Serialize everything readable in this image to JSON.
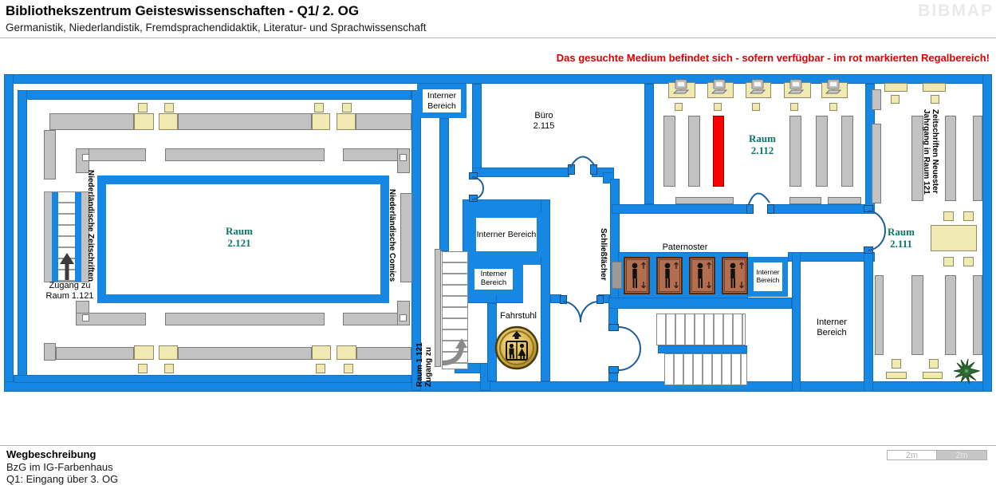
{
  "header": {
    "title": "Bibliothekszentrum Geisteswissenschaften - Q1/ 2. OG",
    "subtitle": "Germanistik, Niederlandistik, Fremdsprachendidaktik, Literatur- und Sprachwissenschaft",
    "watermark": "BIBMAP"
  },
  "notice": "Das gesuchte Medium befindet sich - sofern verfügbar -  im rot markierten Regalbereich!",
  "map": {
    "rooms": {
      "r2121": {
        "name": "Raum",
        "number": "2.121"
      },
      "r2112": {
        "name": "Raum",
        "number": "2.112"
      },
      "r2111": {
        "name": "Raum",
        "number": "2.111"
      },
      "buero": {
        "name": "Büro",
        "number": "2.115"
      }
    },
    "labels": {
      "interner": "Interner Bereich",
      "fahrstuhl": "Fahrstuhl",
      "paternoster": "Paternoster",
      "schliessfaecher": "Schließfächer",
      "nl_zeitschriften": "Niederländische Zeitschriften",
      "nl_comics": "Niederländische Comics",
      "zs1": "Zeitschriften Neuester",
      "zs2": "Jahrgang in Raum 121",
      "zugang1": "Zugang zu",
      "zugang2": "Raum 1.121"
    }
  },
  "footer": {
    "heading": "Wegbeschreibung",
    "line1": "BzG im IG-Farbenhaus",
    "line2": "Q1: Eingang über 3. OG"
  },
  "scale": {
    "left": "2m",
    "right": "2m"
  },
  "colors": {
    "wall": "#1787e4",
    "shelf": "#c2c2c2",
    "table": "#f0eab2",
    "highlight_shelf": "#ff0000",
    "room_label": "#0c7468",
    "notice_text": "#dd0000",
    "paternoster_cabin": "#b26e4f"
  }
}
